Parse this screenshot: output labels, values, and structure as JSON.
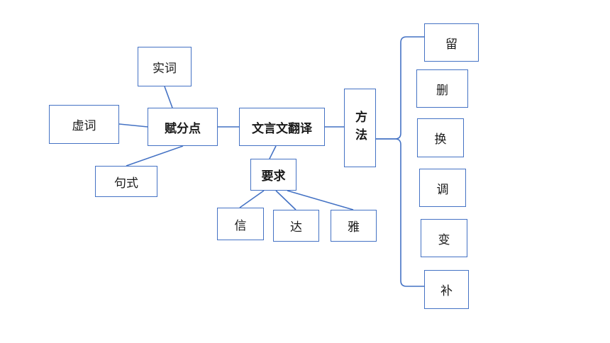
{
  "diagram": {
    "colors": {
      "line": "#4472c4",
      "text": "#1a1a1a"
    },
    "nodes": {
      "shici": "实词",
      "xuci": "虚词",
      "fufendian": "赋分点",
      "jushi": "句式",
      "wenyanwen_fanyi": "文言文翻译",
      "yaoqiu": "要求",
      "xin": "信",
      "da": "达",
      "ya": "雅",
      "fangfa": "方法",
      "liu": "留",
      "shan": "删",
      "huan": "换",
      "tiao": "调",
      "bian": "变",
      "bu": "补"
    }
  }
}
